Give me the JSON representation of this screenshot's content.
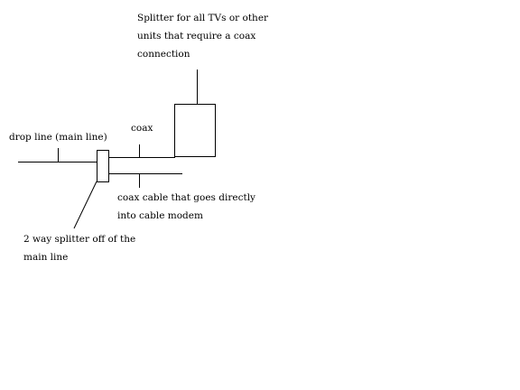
{
  "labels": {
    "splitter_tv": [
      "Splitter for all TVs or other",
      "units that require a coax",
      "connection"
    ],
    "drop_line": "drop line (main line)",
    "coax": "coax",
    "modem_cable": [
      "coax cable that goes directly",
      "into cable modem"
    ],
    "two_way_splitter": [
      "2 way splitter off of the",
      "main line"
    ]
  },
  "colors": {
    "line": "#000000",
    "background": "#ffffff"
  }
}
